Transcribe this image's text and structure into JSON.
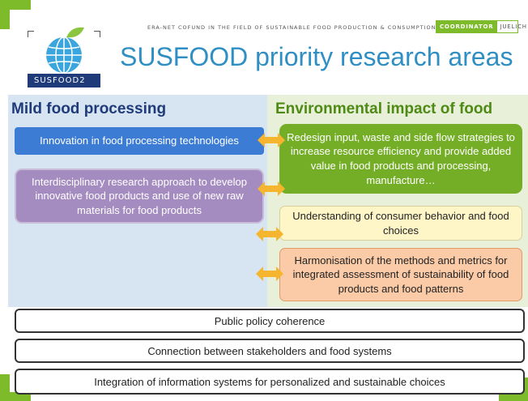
{
  "header": {
    "tagline": "ERA-NET COFUND IN THE FIELD OF SUSTAINABLE FOOD PRODUCTION & CONSUMPTION",
    "coordinator_label": "COORDINATOR",
    "coordinator_name": "JUELICH",
    "logo_text": "SUSFOOD2",
    "title": "SUSFOOD priority research areas"
  },
  "columns": {
    "left_heading": "Mild food processing",
    "right_heading": "Environmental impact of food"
  },
  "left_boxes": [
    "Innovation in food processing technologies",
    "Interdisciplinary research approach to develop innovative food products and use of new raw materials for food products"
  ],
  "right_boxes": [
    "Redesign input, waste and side flow strategies to increase resource efficiency and provide added value in food products and processing, manufacture…",
    "Understanding of consumer behavior and food choices",
    "Harmonisation of the methods and metrics for integrated assessment of sustainability of food products and food patterns"
  ],
  "cross_cutting": [
    "Public policy coherence",
    "Connection between stakeholders and food systems",
    "Integration of information systems for personalized and sustainable choices"
  ],
  "colors": {
    "brand_green": "#7dbb2a",
    "title_blue": "#2f8fc4",
    "arrow_orange": "#f5b52e"
  }
}
